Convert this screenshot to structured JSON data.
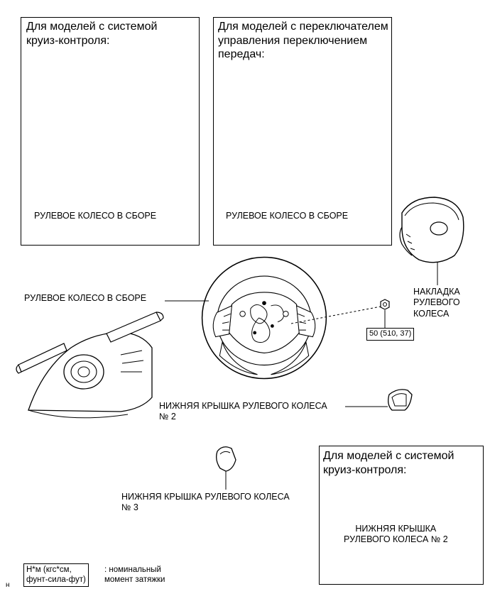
{
  "box1": {
    "header": "Для моделей с системой\nкруиз-контроля:",
    "label": "РУЛЕВОЕ КОЛЕСО В СБОРЕ"
  },
  "box2": {
    "header": "Для моделей с переключателем\nуправления переключением\nпередач:",
    "label": "РУЛЕВОЕ КОЛЕСО В СБОРЕ"
  },
  "main": {
    "steering_wheel_label": "РУЛЕВОЕ КОЛЕСО В СБОРЕ",
    "pad_label": "НАКЛАДКА\nРУЛЕВОГО\nКОЛЕСА",
    "torque_value": "50 (510, 37)",
    "lower_cover2_label": "НИЖНЯЯ КРЫШКА РУЛЕВОГО КОЛЕСА\n№ 2",
    "lower_cover3_label": "НИЖНЯЯ КРЫШКА РУЛЕВОГО КОЛЕСА\n№ 3"
  },
  "box3": {
    "header": "Для моделей с системой\nкруиз-контроля:",
    "label": "НИЖНЯЯ КРЫШКА\nРУЛЕВОГО КОЛЕСА № 2"
  },
  "legend": {
    "unit": "Н*м (кгс*см,\nфунт-сила-фут)",
    "description": ": номинальный\nмомент затяжки"
  },
  "footer_letter": "н"
}
